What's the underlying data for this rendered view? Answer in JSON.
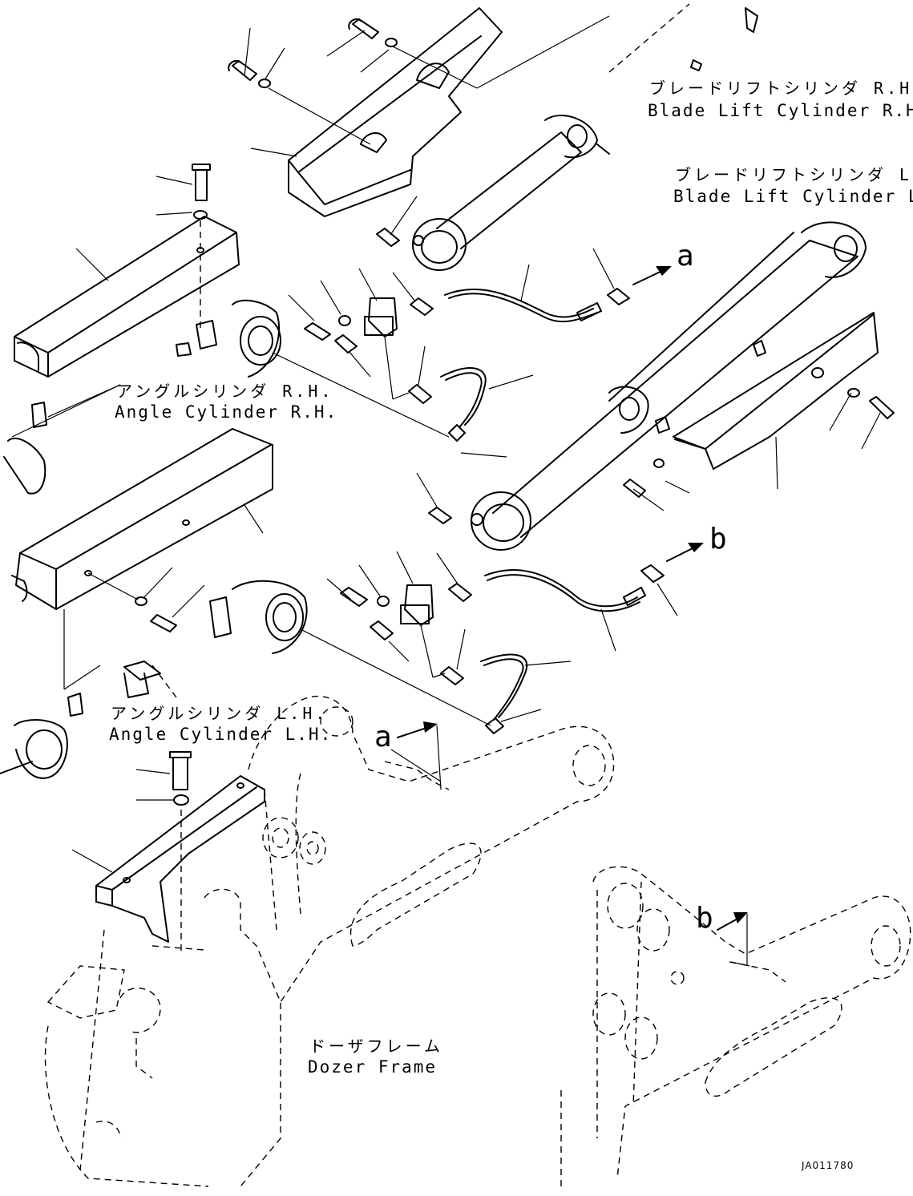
{
  "labels": {
    "blade_rh_jp": "ブレードリフトシリンダ R.H.",
    "blade_rh_en": "Blade Lift Cylinder R.H.",
    "blade_lh_jp": "ブレードリフトシリンダ L.H.",
    "blade_lh_en": "Blade Lift Cylinder L.H.",
    "angle_rh_jp": "アングルシリンダ R.H.",
    "angle_rh_en": "Angle Cylinder R.H.",
    "angle_lh_jp": "アングルシリンダ L.H.",
    "angle_lh_en": "Angle Cylinder L.H.",
    "dozer_jp": "ドーザフレーム",
    "dozer_en": "Dozer Frame"
  },
  "callouts": {
    "a_top": "a",
    "b_top": "b",
    "a_frame": "a",
    "b_frame": "b"
  },
  "drawing_id": "JA011780"
}
